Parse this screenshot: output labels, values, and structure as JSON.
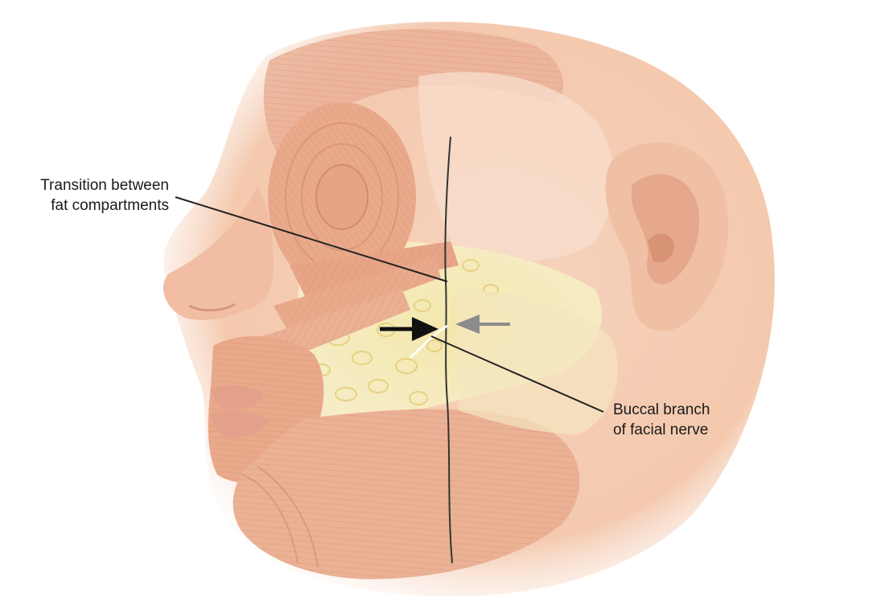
{
  "labels": {
    "transition": [
      "Transition between",
      "fat compartments"
    ],
    "buccal": [
      "Buccal branch",
      "of facial nerve"
    ]
  },
  "colors": {
    "skin": "#f3c7ad",
    "muscle": "#e8a889",
    "muscle_fiber": "#cf8466",
    "fat": "#f2e4a6",
    "fat_globule": "#e6cf79",
    "nerve": "#333333",
    "black_arrow": "#111111",
    "gray_arrow": "#8c8c8c"
  },
  "icons": {
    "arrow_left": "black-arrow-icon",
    "arrow_right": "gray-arrow-icon"
  }
}
